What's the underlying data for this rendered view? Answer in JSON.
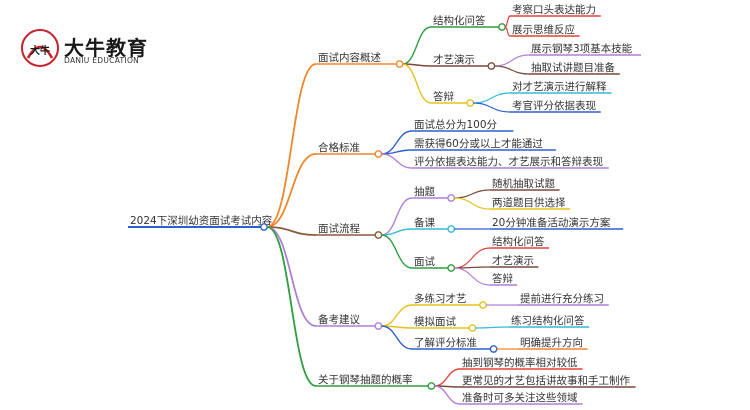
{
  "logo": {
    "name": "大牛教育",
    "sub": "DANIU EDUCATION",
    "badge": "大牛"
  },
  "root": "2024下深圳幼资面试考试内容",
  "branches": [
    {
      "label": "面试内容概述",
      "color": "#f0862b",
      "children": [
        {
          "label": "结构化问答",
          "color": "#2e9e3f",
          "children": [
            {
              "label": "考察口头表达能力",
              "color": "#e0443c"
            },
            {
              "label": "展示思维反应",
              "color": "#e0443c"
            }
          ]
        },
        {
          "label": "才艺演示",
          "color": "#7a4a3a",
          "children": [
            {
              "label": "展示钢琴3项基本技能",
              "color": "#b07fd6"
            },
            {
              "label": "抽取试讲题目准备",
              "color": "#7a4a3a"
            }
          ]
        },
        {
          "label": "答辩",
          "color": "#e6c21f",
          "children": [
            {
              "label": "对才艺演示进行解释",
              "color": "#35b9d6"
            },
            {
              "label": "考官评分依据表现",
              "color": "#2d5fcf"
            }
          ]
        }
      ]
    },
    {
      "label": "合格标准",
      "color": "#f0862b",
      "children": [
        {
          "label": "面试总分为100分",
          "color": "#2d5fcf"
        },
        {
          "label": "需获得60分或以上才能通过",
          "color": "#2d5fcf"
        },
        {
          "label": "评分依据表达能力、才艺展示和答辩表现",
          "color": "#b07fd6"
        }
      ]
    },
    {
      "label": "面试流程",
      "color": "#8a5a3c",
      "children": [
        {
          "label": "抽题",
          "color": "#b07fd6",
          "children": [
            {
              "label": "随机抽取试题",
              "color": "#7a4a3a"
            },
            {
              "label": "两道题目供选择",
              "color": "#e6c21f"
            }
          ]
        },
        {
          "label": "备课",
          "color": "#35b9d6",
          "children": [
            {
              "label": "20分钟准备活动演示方案",
              "color": "#2d5fcf"
            }
          ]
        },
        {
          "label": "面试",
          "color": "#2e9e3f",
          "children": [
            {
              "label": "结构化问答",
              "color": "#e0443c"
            },
            {
              "label": "才艺演示",
              "color": "#7a4a3a"
            },
            {
              "label": "答辩",
              "color": "#b07fd6"
            }
          ]
        }
      ]
    },
    {
      "label": "备考建议",
      "color": "#b07fd6",
      "children": [
        {
          "label": "多练习才艺",
          "color": "#e6c21f",
          "children": [
            {
              "label": "提前进行充分练习",
              "color": "#b07fd6"
            }
          ]
        },
        {
          "label": "模拟面试",
          "color": "#e6c21f",
          "children": [
            {
              "label": "练习结构化问答",
              "color": "#35b9d6"
            }
          ]
        },
        {
          "label": "了解评分标准",
          "color": "#2d5fcf",
          "children": [
            {
              "label": "明确提升方向",
              "color": "#f0862b"
            }
          ]
        }
      ]
    },
    {
      "label": "关于钢琴抽题的概率",
      "color": "#2e9e3f",
      "children": [
        {
          "label": "抽到钢琴的概率相对较低",
          "color": "#e0443c"
        },
        {
          "label": "更常见的才艺包括讲故事和手工制作",
          "color": "#7a4a3a"
        },
        {
          "label": "准备时可多关注这些领域",
          "color": "#b07fd6"
        }
      ]
    }
  ]
}
